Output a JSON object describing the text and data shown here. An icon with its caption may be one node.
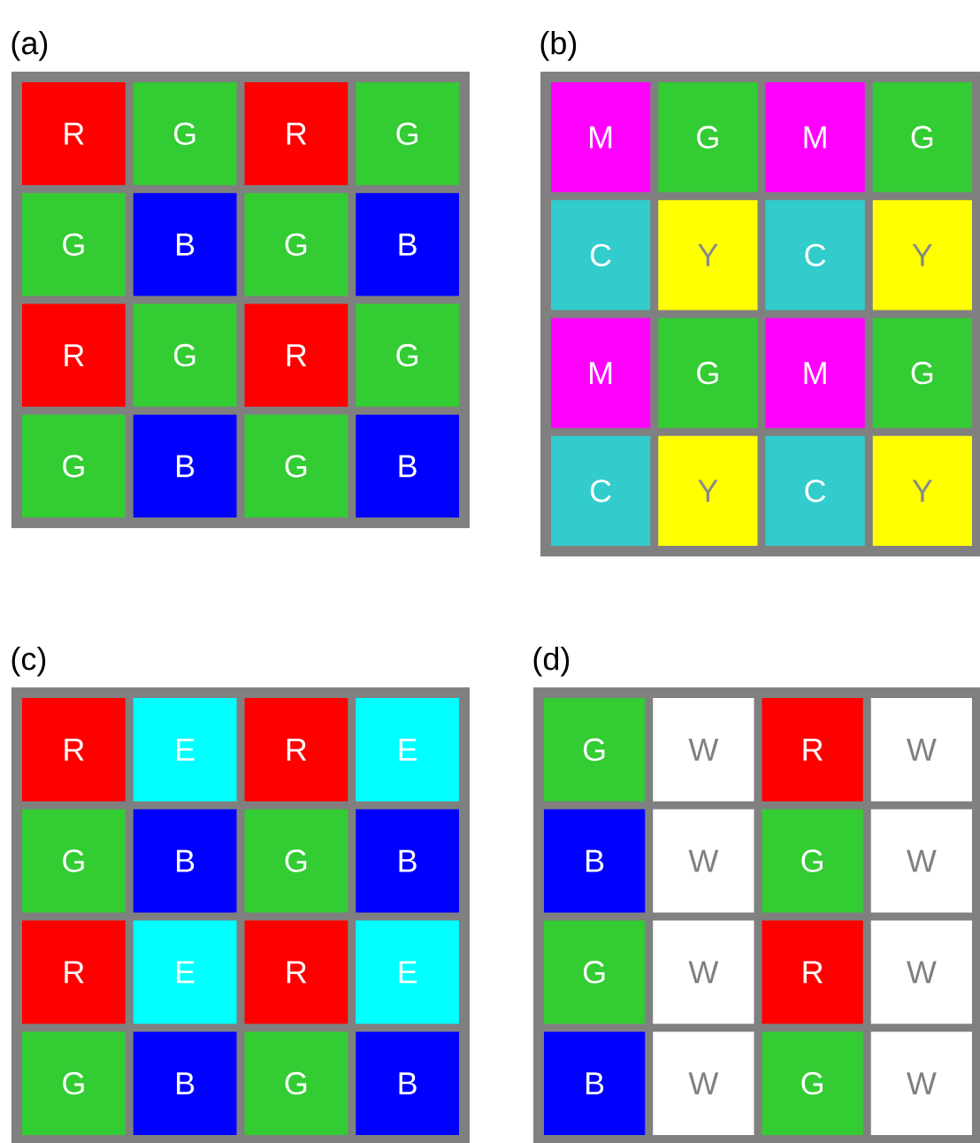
{
  "diagram": {
    "nodes": [
      {
        "text": [
          "(a)"
        ]
      },
      {
        "text": [
          "R"
        ],
        "in": 0
      },
      {
        "text": [
          "G"
        ],
        "in": 0
      },
      {
        "text": [
          "R"
        ],
        "in": 0
      },
      {
        "text": [
          "G"
        ],
        "in": 0
      },
      {
        "text": [
          "G"
        ],
        "in": 0
      },
      {
        "text": [
          "B"
        ],
        "in": 0
      },
      {
        "text": [
          "G"
        ],
        "in": 0
      },
      {
        "text": [
          "B"
        ],
        "in": 0
      },
      {
        "text": [
          "R"
        ],
        "in": 0
      },
      {
        "text": [
          "G"
        ],
        "in": 0
      },
      {
        "text": [
          "R"
        ],
        "in": 0
      },
      {
        "text": [
          "G"
        ],
        "in": 0
      },
      {
        "text": [
          "G"
        ],
        "in": 0
      },
      {
        "text": [
          "B"
        ],
        "in": 0
      },
      {
        "text": [
          "G"
        ],
        "in": 0
      },
      {
        "text": [
          "B"
        ],
        "in": 0
      },
      {
        "text": [
          "(b)"
        ]
      },
      {
        "text": [
          "M"
        ],
        "in": 17
      },
      {
        "text": [
          "G"
        ],
        "in": 17
      },
      {
        "text": [
          "M"
        ],
        "in": 17
      },
      {
        "text": [
          "G"
        ],
        "in": 17
      },
      {
        "text": [
          "C"
        ],
        "in": 17
      },
      {
        "text": [
          "Y"
        ],
        "in": 17
      },
      {
        "text": [
          "C"
        ],
        "in": 17
      },
      {
        "text": [
          "Y"
        ],
        "in": 17
      },
      {
        "text": [
          "M"
        ],
        "in": 17
      },
      {
        "text": [
          "G"
        ],
        "in": 17
      },
      {
        "text": [
          "M"
        ],
        "in": 17
      },
      {
        "text": [
          "G"
        ],
        "in": 17
      },
      {
        "text": [
          "C"
        ],
        "in": 17
      },
      {
        "text": [
          "Y"
        ],
        "in": 17
      },
      {
        "text": [
          "C"
        ],
        "in": 17
      },
      {
        "text": [
          "Y"
        ],
        "in": 17
      },
      {
        "text": [
          "(c)"
        ]
      },
      {
        "text": [
          "R"
        ],
        "in": 34
      },
      {
        "text": [
          "E"
        ],
        "in": 34
      },
      {
        "text": [
          "R"
        ],
        "in": 34
      },
      {
        "text": [
          "E"
        ],
        "in": 34
      },
      {
        "text": [
          "G"
        ],
        "in": 34
      },
      {
        "text": [
          "B"
        ],
        "in": 34
      },
      {
        "text": [
          "G"
        ],
        "in": 34
      },
      {
        "text": [
          "B"
        ],
        "in": 34
      },
      {
        "text": [
          "R"
        ],
        "in": 34
      },
      {
        "text": [
          "E"
        ],
        "in": 34
      },
      {
        "text": [
          "R"
        ],
        "in": 34
      },
      {
        "text": [
          "E"
        ],
        "in": 34
      },
      {
        "text": [
          "G"
        ],
        "in": 34
      },
      {
        "text": [
          "B"
        ],
        "in": 34
      },
      {
        "text": [
          "G"
        ],
        "in": 34
      },
      {
        "text": [
          "B"
        ],
        "in": 34
      },
      {
        "text": [
          "(d)"
        ]
      },
      {
        "text": [
          "G"
        ],
        "in": 51
      },
      {
        "text": [
          "W"
        ],
        "in": 51
      },
      {
        "text": [
          "R"
        ],
        "in": 51
      },
      {
        "text": [
          "W"
        ],
        "in": 51
      },
      {
        "text": [
          "B"
        ],
        "in": 51
      },
      {
        "text": [
          "W"
        ],
        "in": 51
      },
      {
        "text": [
          "G"
        ],
        "in": 51
      },
      {
        "text": [
          "W"
        ],
        "in": 51
      },
      {
        "text": [
          "G"
        ],
        "in": 51
      },
      {
        "text": [
          "W"
        ],
        "in": 51
      },
      {
        "text": [
          "R"
        ],
        "in": 51
      },
      {
        "text": [
          "W"
        ],
        "in": 51
      },
      {
        "text": [
          "B"
        ],
        "in": 51
      },
      {
        "text": [
          "W"
        ],
        "in": 51
      },
      {
        "text": [
          "G"
        ],
        "in": 51
      },
      {
        "text": [
          "W"
        ],
        "in": 51
      }
    ]
  }
}
